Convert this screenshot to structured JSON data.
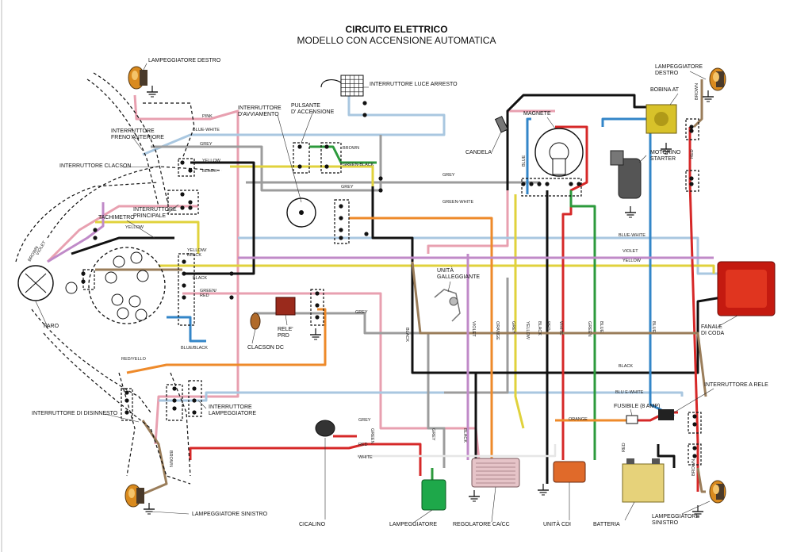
{
  "title": "CIRCUITO ELETTRICO",
  "subtitle": "MODELLO CON ACCENSIONE AUTOMATICA",
  "colors": {
    "pink": "#e8a0b0",
    "blue_white": "#a9c7e0",
    "grey": "#9c9c9c",
    "yellow": "#e0d23c",
    "black": "#111111",
    "red": "#d62828",
    "green": "#2c9a3c",
    "orange": "#ee8a2a",
    "blue": "#3386c8",
    "brown": "#9a7d5a",
    "violet": "#c08ac8",
    "white": "#e6e6e6"
  },
  "components": {
    "lamp_front_right": "LAMPEGGIATORE DESTRO",
    "lamp_rear_right": "LAMPEGGIATORE\nDESTRO",
    "brake_front_switch": "INTERRUTTORE\nFRENO ANTERIORE",
    "horn_switch": "INTERRUTTORE CLACSON",
    "main_switch": "INTERRUTTORE\nPRINCIPALE",
    "tachometer": "TACHIMETRO",
    "headlight": "FARO",
    "start_switch": "INTERRUTTORE\nD'AVVIAMENTO",
    "start_button": "PULSANTE\nD' ACCENSIONE",
    "brake_light_switch": "INTERRUTTORE LUCE ARRESTO",
    "spark_plug": "CANDELA",
    "magneto": "MAGNETE",
    "ignition_coil": "BOBINA AT",
    "starter_motor": "MOTORINO\nSTARTER",
    "fuel_unit": "UNITÀ\nGALLEGGIANTE",
    "tail_light": "FANALE\nDI CODA",
    "relay": "RELE'\nPRD",
    "horn": "CLACSON DC",
    "cutout_switch": "INTERRUTTORE DI DISINNESTO",
    "indicator_switch": "INTERRUTTORE\nLAMPEGGIATORE",
    "relay_switch": "INTERRUTTORE A RELE",
    "fuse": "FUSIBILE (8 AMP)",
    "lamp_front_left": "LAMPEGGIATORE SINISTRO",
    "buzzer": "CICALINO",
    "flasher": "LAMPEGGIATORE",
    "regulator": "REGOLATORE CA/CC",
    "cdi": "UNITÀ CDI",
    "battery": "BATTERIA",
    "lamp_rear_left": "LAMPEGGIATORE\nSINISTRO"
  },
  "wire_labels": {
    "pink": "PINK",
    "blue_white": "BLUE-WHITE",
    "blue_white_b": "BLUE-WHITE",
    "blue_white_c": "BLU E-WHITE",
    "grey": "GREY",
    "yellow": "YELLOW",
    "black": "BLACK",
    "brown": "BROWN",
    "green_black": "GREEN-BLACK",
    "green_white": "GREEN-WHITE",
    "violet": "VIOLET",
    "red": "RED",
    "white": "WHITE",
    "orange": "ORANGE",
    "green": "GREEN",
    "blue": "BLUE",
    "red_yellow": "RED/YELLO",
    "blue_black": "BLUE/BLACK",
    "yellow_black": "YELLOW/\nBLACK",
    "green_red": "GREEN/\nRED"
  }
}
